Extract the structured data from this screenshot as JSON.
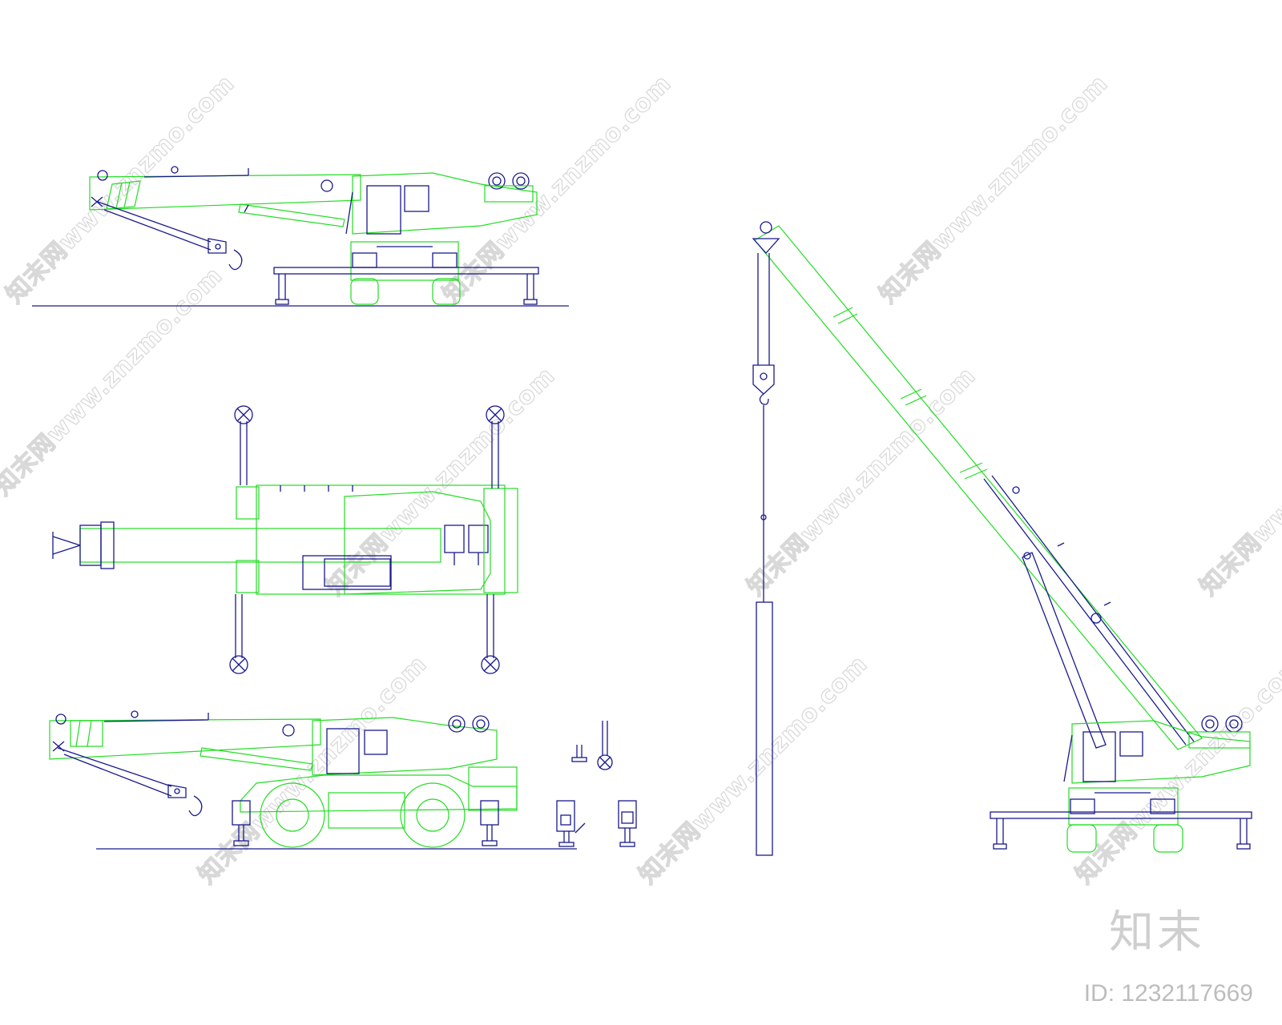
{
  "watermark": {
    "text": "知末网www.znzmo.com"
  },
  "brand": {
    "logo_text": "知末",
    "id_label": "ID: 1232117669"
  },
  "colors": {
    "body_outline": "#22dd22",
    "detail_line": "#1a1a8c",
    "watermark": "#d8d8d8",
    "background": "#ffffff"
  },
  "views": [
    {
      "name": "side-elevation-stowed"
    },
    {
      "name": "plan-view-outriggers-extended"
    },
    {
      "name": "side-elevation-on-wheels"
    },
    {
      "name": "outrigger-details"
    },
    {
      "name": "front-elevation-boom-raised"
    }
  ]
}
